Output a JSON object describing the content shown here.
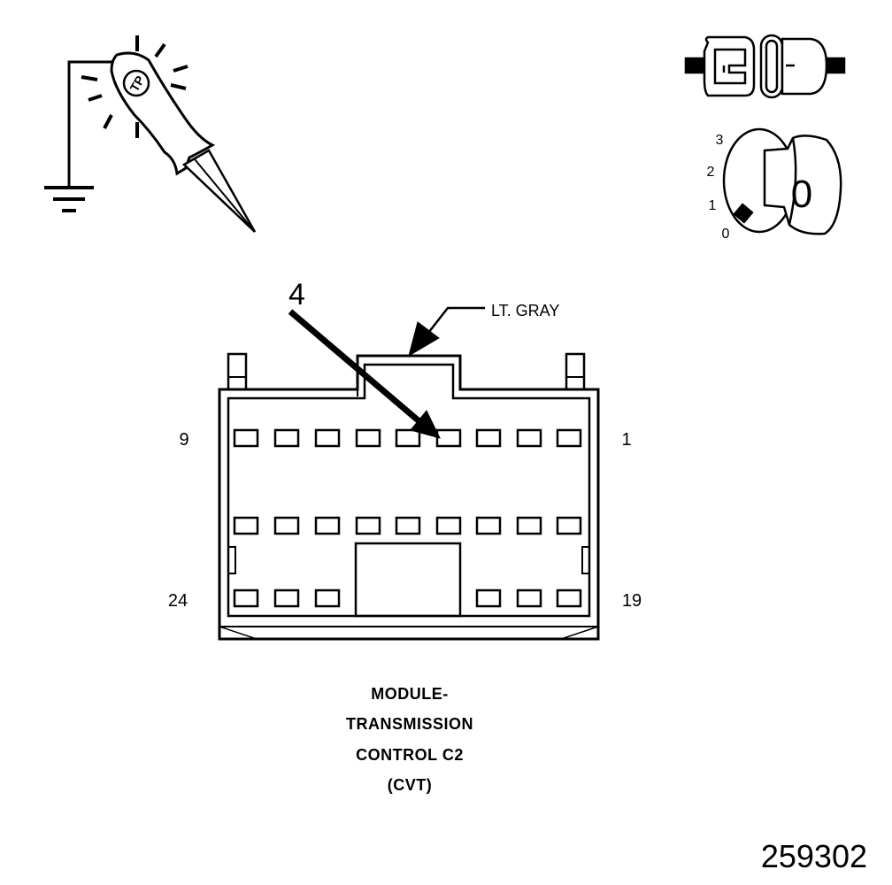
{
  "colors": {
    "ink": "#000000",
    "paper": "#ffffff",
    "probe_fill": "#ffffff"
  },
  "icons": {
    "probe": "test-probe-icon",
    "ground": "ground-symbol-icon",
    "connector": "disconnected-connector-icon",
    "ignition": "ignition-key-icon"
  },
  "probe": {
    "text": "TP"
  },
  "ignition": {
    "positions": [
      "3",
      "2",
      "1",
      "0"
    ],
    "key_label": "0"
  },
  "connector": {
    "pin_callout": "4",
    "wire_color_label": "LT. GRAY",
    "pin_labels": {
      "top_left": "9",
      "top_right": "1",
      "bottom_left": "24",
      "bottom_right": "19"
    }
  },
  "title": {
    "lines": [
      "MODULE-",
      "TRANSMISSION",
      "CONTROL C2",
      "(CVT)"
    ]
  },
  "figure_number": "259302"
}
